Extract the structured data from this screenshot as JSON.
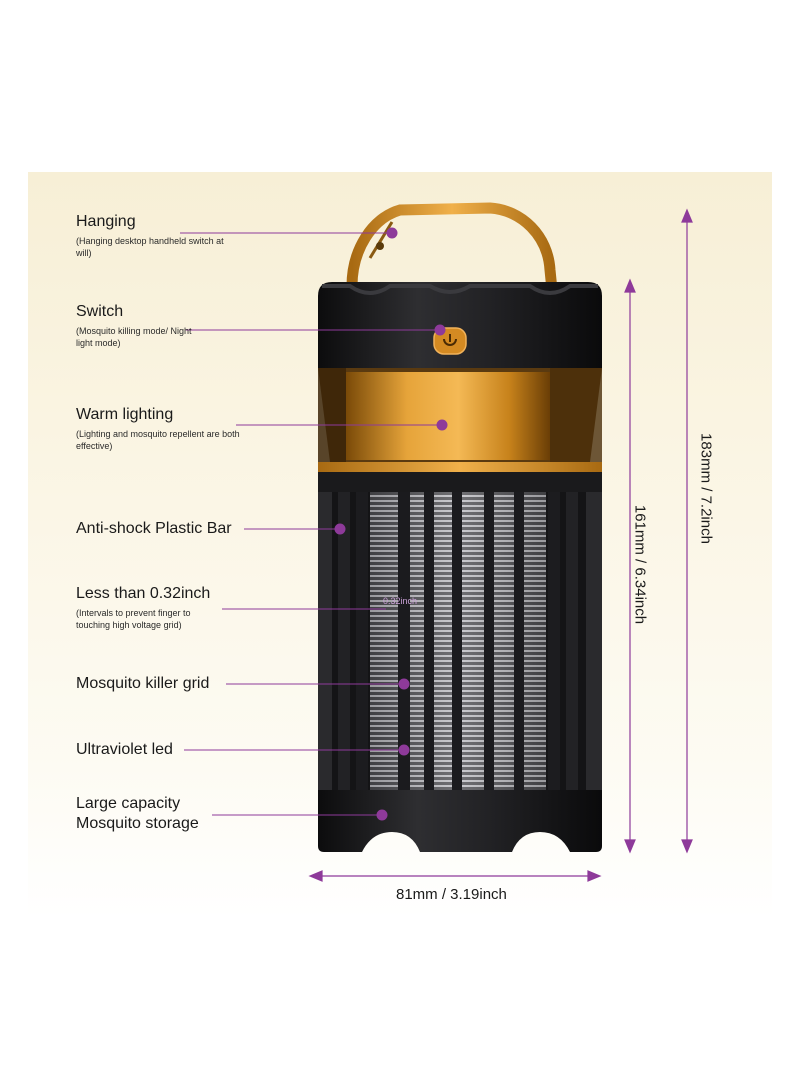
{
  "callouts": [
    {
      "id": "hanging",
      "label": "Hanging",
      "sub": "(Hanging desktop handheld switch at will)"
    },
    {
      "id": "switch",
      "label": "Switch",
      "sub": "(Mosquito killing mode/ Night light mode)"
    },
    {
      "id": "warm",
      "label": "Warm lighting",
      "sub": "(Lighting and mosquito repellent are both effective)"
    },
    {
      "id": "antishock",
      "label": "Anti-shock Plastic Bar",
      "sub": ""
    },
    {
      "id": "less",
      "label": "Less than 0.32inch",
      "sub": "(Intervals to prevent finger to touching high voltage grid)"
    },
    {
      "id": "grid",
      "label": "Mosquito killer grid",
      "sub": ""
    },
    {
      "id": "uv",
      "label": "Ultraviolet led",
      "sub": ""
    },
    {
      "id": "storage",
      "label": "Large capacity Mosquito storage",
      "sub": ""
    }
  ],
  "gap_label": "0.32inch",
  "dimensions": {
    "width": "81mm / 3.19inch",
    "height_body": "161mm / 6.34inch",
    "height_total": "183mm / 7.2inch"
  },
  "colors": {
    "accent": "#8e3a9a",
    "gold": "#c98a1a",
    "body": "#1c1c1e"
  }
}
